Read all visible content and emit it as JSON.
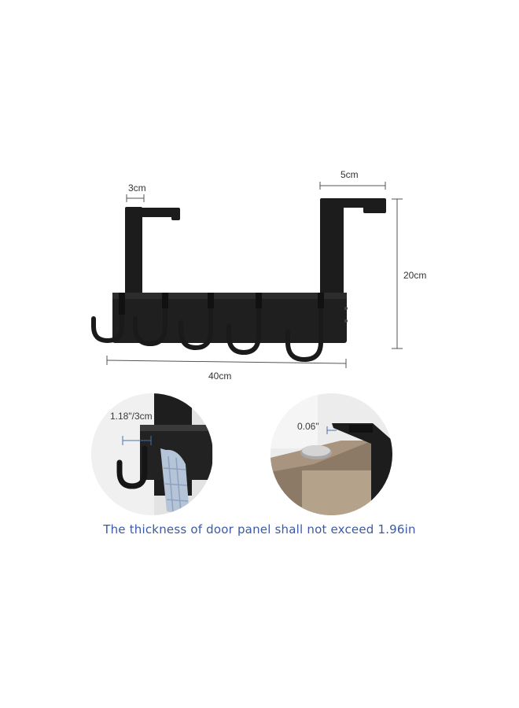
{
  "dimensions": {
    "hook_depth": "3cm",
    "top_width": "5cm",
    "height": "20cm",
    "width": "40cm"
  },
  "detail_left": {
    "callout": "1.18\"/3cm"
  },
  "detail_right": {
    "callout": "0.06\""
  },
  "caption": "The thickness of door panel shall not exceed 1.96in",
  "colors": {
    "product": "#1c1c1c",
    "caption": "#3a5aa8",
    "dimension_line": "#444444"
  },
  "hook_count": 5
}
